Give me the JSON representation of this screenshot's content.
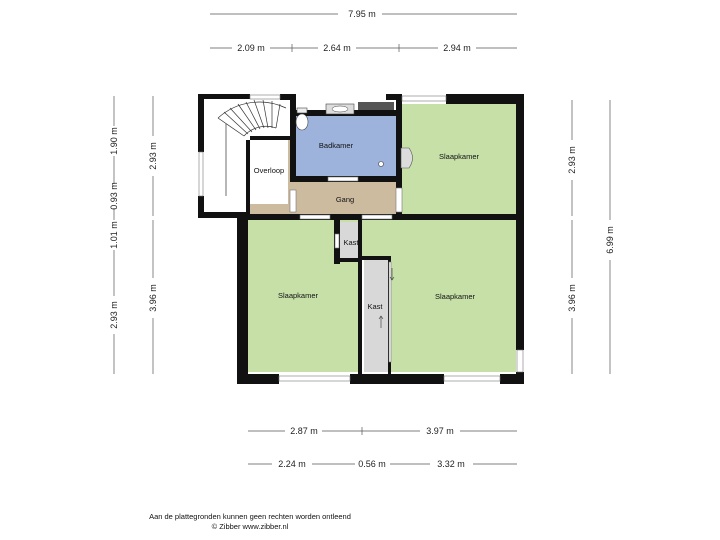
{
  "colors": {
    "bedroom": "#c6e0a8",
    "bathroom": "#9db3dc",
    "hall": "#cdbba0",
    "storage": "#d8d8d8",
    "wall": "#111111",
    "window": "#cfd6dc"
  },
  "rooms": {
    "bathroom": "Badkamer",
    "bedroom_top_right": "Slaapkamer",
    "landing": "Overloop",
    "hallway": "Gang",
    "closet_small": "Kast",
    "closet_long": "Kast",
    "bedroom_bottom_left": "Slaapkamer",
    "bedroom_bottom_right": "Slaapkamer"
  },
  "dimensions": {
    "top_total": "7.95 m",
    "top_segments": [
      "2.09 m",
      "2.64 m",
      "2.94 m"
    ],
    "bottom_row1": [
      "2.87 m",
      "3.97 m"
    ],
    "bottom_row2": [
      "2.24 m",
      "0.56 m",
      "3.32 m"
    ],
    "left_outer": [
      "1.90 m",
      "0.93 m",
      "1.01 m",
      "2.93 m"
    ],
    "left_inner": [
      "2.93 m",
      "3.96 m"
    ],
    "right_inner": [
      "2.93 m",
      "3.96 m"
    ],
    "right_outer": "6.99 m"
  },
  "icons": [
    "spiral-stair-icon",
    "toilet-icon",
    "sink-icon",
    "radiator-icon",
    "door-arrow-icon"
  ],
  "footer": {
    "disclaimer": "Aan de plattegronden kunnen geen rechten worden ontleend",
    "copyright": "© Zibber www.zibber.nl"
  }
}
